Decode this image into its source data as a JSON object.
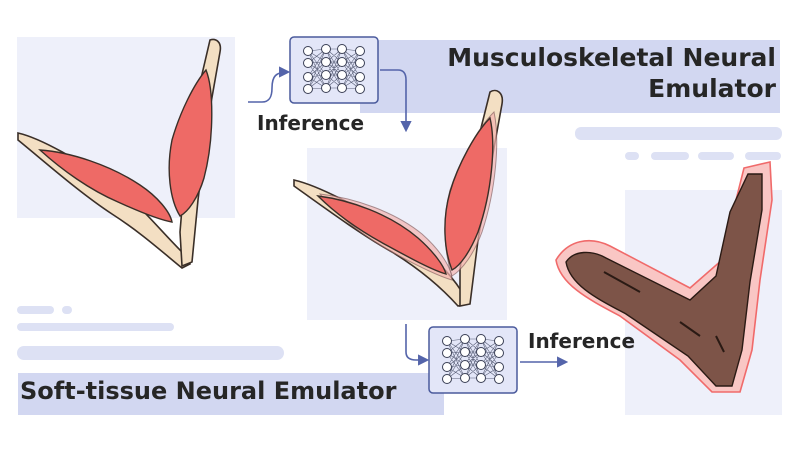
{
  "musculoskeletal_emulator": {
    "title_line1": "Musculoskeletal Neural",
    "title_line2": "Emulator"
  },
  "soft_tissue_emulator": {
    "title": "Soft-tissue Neural Emulator"
  },
  "inference_label_top": "Inference",
  "inference_label_bottom": "Inference",
  "colors": {
    "panel": "#eef0fa",
    "band": "#d2d7f1",
    "bar": "#dde1f4",
    "network_fill": "#e3e6f8",
    "network_stroke": "#4a5a9c",
    "arrow": "#5464aa",
    "muscle": "#ee6a66",
    "bone": "#f3dfc3",
    "soft_tissue": "#7d5448",
    "soft_tissue_outline": "#f06a6a"
  },
  "icons": [
    "neural-network-icon",
    "arrow-right-icon",
    "arrow-down-icon"
  ]
}
